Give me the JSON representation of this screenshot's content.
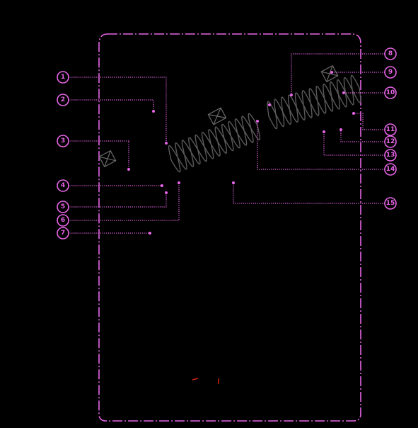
{
  "colors": {
    "accent": "#e765e7",
    "background": "#000000",
    "hardware": "#5a5a5a",
    "red_mark": "#d02010"
  },
  "icons": {
    "duct_coil": "helical-coil-icon",
    "vent": "vent-diamond-icon"
  },
  "callouts": [
    {
      "id": "callout-1",
      "label": "1"
    },
    {
      "id": "callout-2",
      "label": "2"
    },
    {
      "id": "callout-3-left",
      "label": "3"
    },
    {
      "id": "callout-4",
      "label": "4"
    },
    {
      "id": "callout-5",
      "label": "5"
    },
    {
      "id": "callout-6",
      "label": "6"
    },
    {
      "id": "callout-7",
      "label": "7"
    },
    {
      "id": "callout-8",
      "label": "8"
    },
    {
      "id": "callout-9",
      "label": "9"
    },
    {
      "id": "callout-10",
      "label": "10"
    },
    {
      "id": "callout-11",
      "label": "11"
    },
    {
      "id": "callout-12",
      "label": "12"
    },
    {
      "id": "callout-13",
      "label": "13"
    },
    {
      "id": "callout-14",
      "label": "14"
    },
    {
      "id": "callout-15",
      "label": "15"
    }
  ]
}
